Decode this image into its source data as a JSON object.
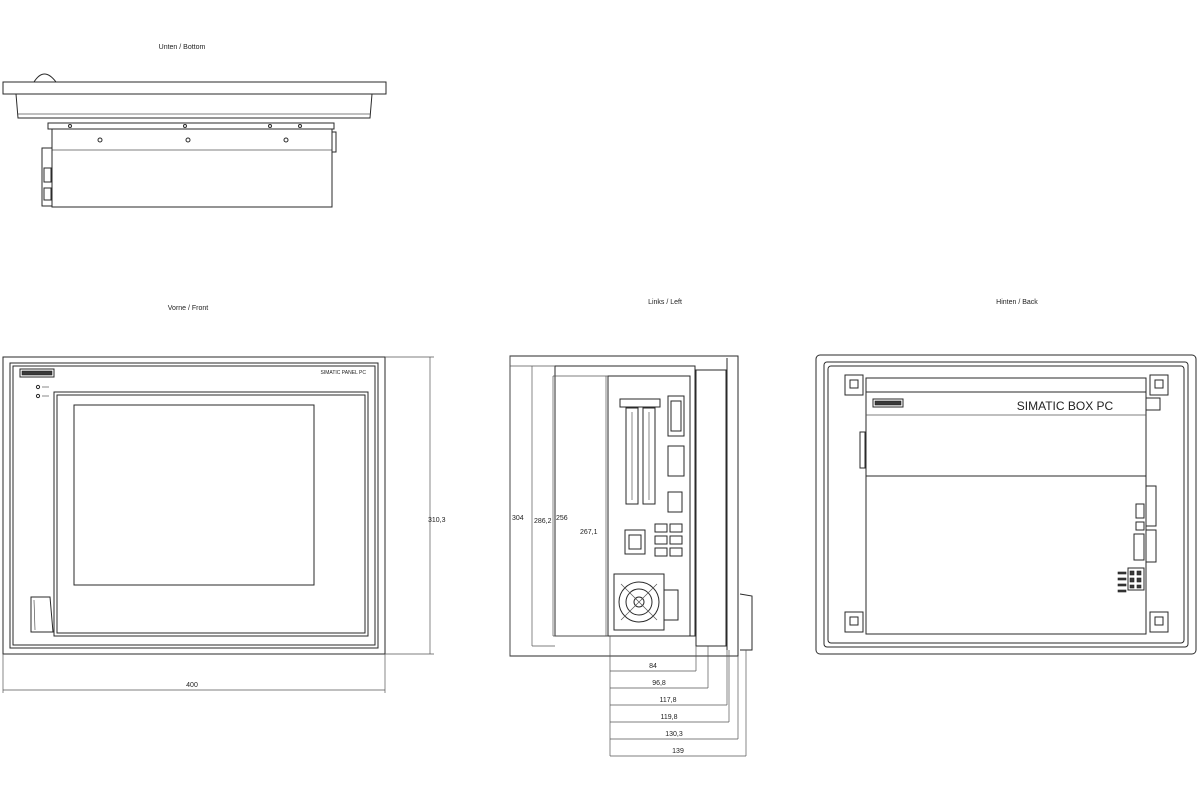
{
  "views": {
    "bottom": {
      "label": "Unten / Bottom"
    },
    "front": {
      "label": "Vorne / Front",
      "brand_text": "SIMATIC PANEL PC"
    },
    "left": {
      "label": "Links / Left"
    },
    "back": {
      "label": "Hinten / Back",
      "brand_text": "SIMATIC BOX PC"
    }
  },
  "dimensions": {
    "front_width": "400",
    "front_height": "310,3",
    "left_vertical": [
      "304",
      "286,2",
      "256",
      "267,1"
    ],
    "left_depth": [
      "84",
      "96,8",
      "117,8",
      "119,8",
      "130,3",
      "139"
    ]
  },
  "colors": {
    "line": "#2a2a2a",
    "background": "#ffffff"
  }
}
